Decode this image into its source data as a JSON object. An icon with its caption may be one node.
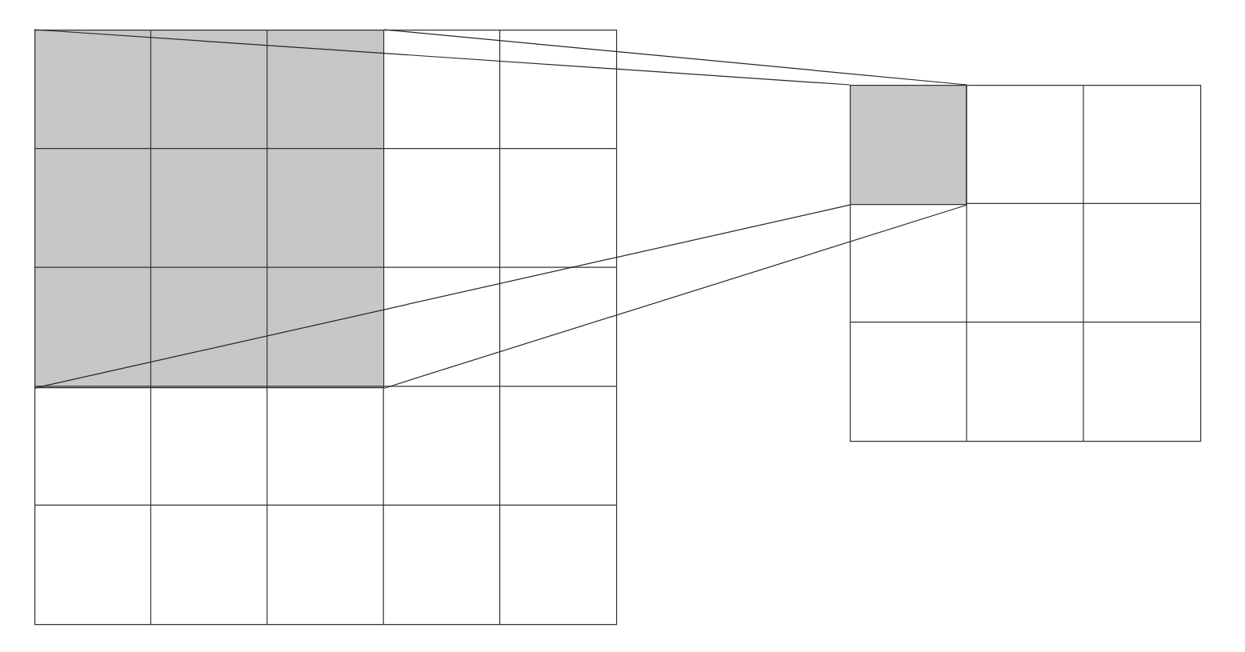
{
  "diagram": {
    "nodes": [
      {
        "text": [],
        "shape": "grid"
      },
      {
        "text": [],
        "shape": "box",
        "in": 0
      },
      {
        "text": [],
        "shape": "grid"
      },
      {
        "text": [],
        "shape": "box",
        "in": 2
      }
    ],
    "edges": [
      {
        "from": 1,
        "to": 3,
        "arrow": "none"
      },
      {
        "from": 1,
        "to": 3,
        "arrow": "none"
      },
      {
        "from": 1,
        "to": 3,
        "arrow": "none"
      },
      {
        "from": 1,
        "to": 3,
        "arrow": "none"
      }
    ]
  }
}
